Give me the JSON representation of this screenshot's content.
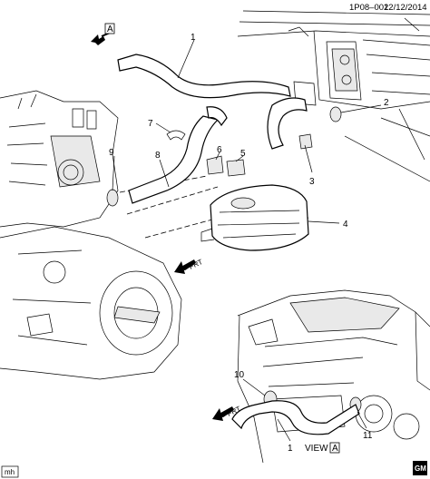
{
  "header": {
    "code": "1P08–002",
    "date": "12/12/2014"
  },
  "callouts": [
    "1",
    "2",
    "3",
    "4",
    "5",
    "6",
    "7",
    "8",
    "9",
    "10",
    "11",
    "1"
  ],
  "view_label": {
    "prefix": "VIEW",
    "letter": "A"
  },
  "view_marker": {
    "letter": "A"
  },
  "fwd_labels": [
    "FRT",
    "FRT"
  ],
  "corner_tag": "mh",
  "logo_text": "GM"
}
